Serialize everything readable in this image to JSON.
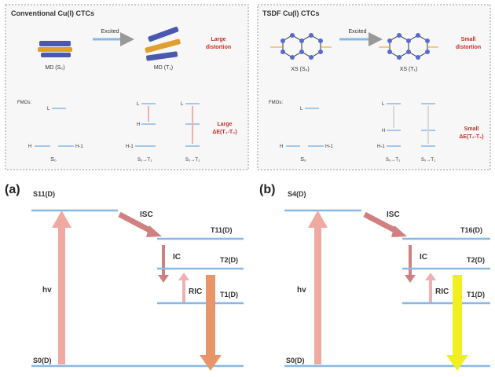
{
  "panels": {
    "conventional": {
      "title": "Conventional Cu(I) CTCs",
      "excited": "Excited",
      "distortion": [
        "Large",
        "distortion"
      ],
      "gs_label": "MD (S₀)",
      "es_label": "MD (T₁)",
      "fmos": "FMOs:",
      "L": "L",
      "H": "H",
      "Hm1": "H-1",
      "s0": "S₀",
      "s0t1": "S₀→T₁",
      "gap": [
        "Large",
        "ΔE(T₁-T₂)"
      ]
    },
    "tsdf": {
      "title": "TSDF Cu(I) CTCs",
      "excited": "Excited",
      "distortion": [
        "Small",
        "distortion"
      ],
      "gs_label": "XS (S₀)",
      "es_label": "XS (T₁)",
      "fmos": "FMOs:",
      "L": "L",
      "H": "H",
      "Hm1": "H-1",
      "s0": "S₀",
      "s0t1": "S₀→T₁",
      "gap": [
        "Small",
        "ΔE(T₁-T₂)"
      ]
    }
  },
  "diagram_a": {
    "tag": "(a)",
    "s_top": "S11(D)",
    "isc": "ISC",
    "t_top": "T11(D)",
    "ic": "IC",
    "t2": "T2(D)",
    "ric": "RIC",
    "t1": "T1(D)",
    "hv": "hv",
    "s0": "S0(D)",
    "emission_color": "#e8956a"
  },
  "diagram_b": {
    "tag": "(b)",
    "s_top": "S4(D)",
    "isc": "ISC",
    "t_top": "T16(D)",
    "ic": "IC",
    "t2": "T2(D)",
    "ric": "RIC",
    "t1": "T1(D)",
    "hv": "hv",
    "s0": "S0(D)",
    "emission_color": "#f0f020"
  },
  "colors": {
    "level": "#8ab8e4",
    "arrow": "#f0a8a0",
    "isc": "#d08080",
    "title": "#333333",
    "accent_red": "#c0302a"
  }
}
